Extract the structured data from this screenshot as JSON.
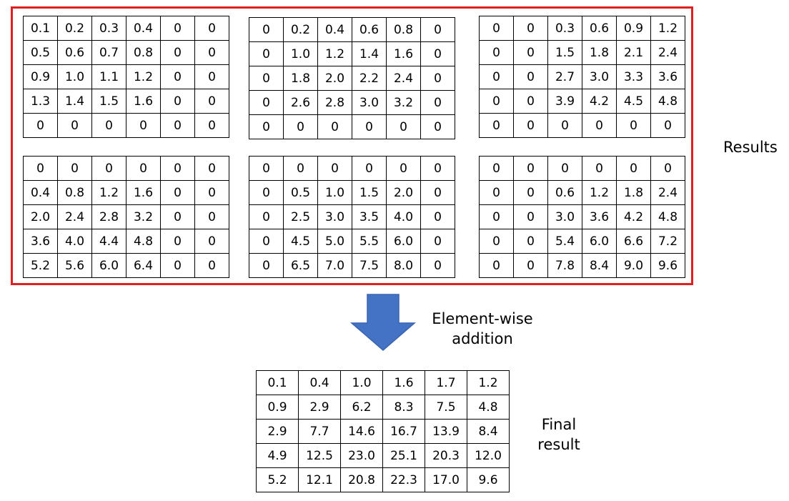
{
  "results_label": "Results",
  "operation_label_line1": "Element-wise",
  "operation_label_line2": "addition",
  "final_label_line1": "Final",
  "final_label_line2": "result",
  "colors": {
    "results_border": "#e02020",
    "arrow": "#4472c4"
  },
  "icons": {
    "arrow": "down-arrow-icon"
  },
  "matrices": [
    [
      [
        "0.1",
        "0.2",
        "0.3",
        "0.4",
        "0",
        "0"
      ],
      [
        "0.5",
        "0.6",
        "0.7",
        "0.8",
        "0",
        "0"
      ],
      [
        "0.9",
        "1.0",
        "1.1",
        "1.2",
        "0",
        "0"
      ],
      [
        "1.3",
        "1.4",
        "1.5",
        "1.6",
        "0",
        "0"
      ],
      [
        "0",
        "0",
        "0",
        "0",
        "0",
        "0"
      ]
    ],
    [
      [
        "0",
        "0.2",
        "0.4",
        "0.6",
        "0.8",
        "0"
      ],
      [
        "0",
        "1.0",
        "1.2",
        "1.4",
        "1.6",
        "0"
      ],
      [
        "0",
        "1.8",
        "2.0",
        "2.2",
        "2.4",
        "0"
      ],
      [
        "0",
        "2.6",
        "2.8",
        "3.0",
        "3.2",
        "0"
      ],
      [
        "0",
        "0",
        "0",
        "0",
        "0",
        "0"
      ]
    ],
    [
      [
        "0",
        "0",
        "0.3",
        "0.6",
        "0.9",
        "1.2"
      ],
      [
        "0",
        "0",
        "1.5",
        "1.8",
        "2.1",
        "2.4"
      ],
      [
        "0",
        "0",
        "2.7",
        "3.0",
        "3.3",
        "3.6"
      ],
      [
        "0",
        "0",
        "3.9",
        "4.2",
        "4.5",
        "4.8"
      ],
      [
        "0",
        "0",
        "0",
        "0",
        "0",
        "0"
      ]
    ],
    [
      [
        "0",
        "0",
        "0",
        "0",
        "0",
        "0"
      ],
      [
        "0.4",
        "0.8",
        "1.2",
        "1.6",
        "0",
        "0"
      ],
      [
        "2.0",
        "2.4",
        "2.8",
        "3.2",
        "0",
        "0"
      ],
      [
        "3.6",
        "4.0",
        "4.4",
        "4.8",
        "0",
        "0"
      ],
      [
        "5.2",
        "5.6",
        "6.0",
        "6.4",
        "0",
        "0"
      ]
    ],
    [
      [
        "0",
        "0",
        "0",
        "0",
        "0",
        "0"
      ],
      [
        "0",
        "0.5",
        "1.0",
        "1.5",
        "2.0",
        "0"
      ],
      [
        "0",
        "2.5",
        "3.0",
        "3.5",
        "4.0",
        "0"
      ],
      [
        "0",
        "4.5",
        "5.0",
        "5.5",
        "6.0",
        "0"
      ],
      [
        "0",
        "6.5",
        "7.0",
        "7.5",
        "8.0",
        "0"
      ]
    ],
    [
      [
        "0",
        "0",
        "0",
        "0",
        "0",
        "0"
      ],
      [
        "0",
        "0",
        "0.6",
        "1.2",
        "1.8",
        "2.4"
      ],
      [
        "0",
        "0",
        "3.0",
        "3.6",
        "4.2",
        "4.8"
      ],
      [
        "0",
        "0",
        "5.4",
        "6.0",
        "6.6",
        "7.2"
      ],
      [
        "0",
        "0",
        "7.8",
        "8.4",
        "9.0",
        "9.6"
      ]
    ]
  ],
  "final_matrix": [
    [
      "0.1",
      "0.4",
      "1.0",
      "1.6",
      "1.7",
      "1.2"
    ],
    [
      "0.9",
      "2.9",
      "6.2",
      "8.3",
      "7.5",
      "4.8"
    ],
    [
      "2.9",
      "7.7",
      "14.6",
      "16.7",
      "13.9",
      "8.4"
    ],
    [
      "4.9",
      "12.5",
      "23.0",
      "25.1",
      "20.3",
      "12.0"
    ],
    [
      "5.2",
      "12.1",
      "20.8",
      "22.3",
      "17.0",
      "9.6"
    ]
  ]
}
